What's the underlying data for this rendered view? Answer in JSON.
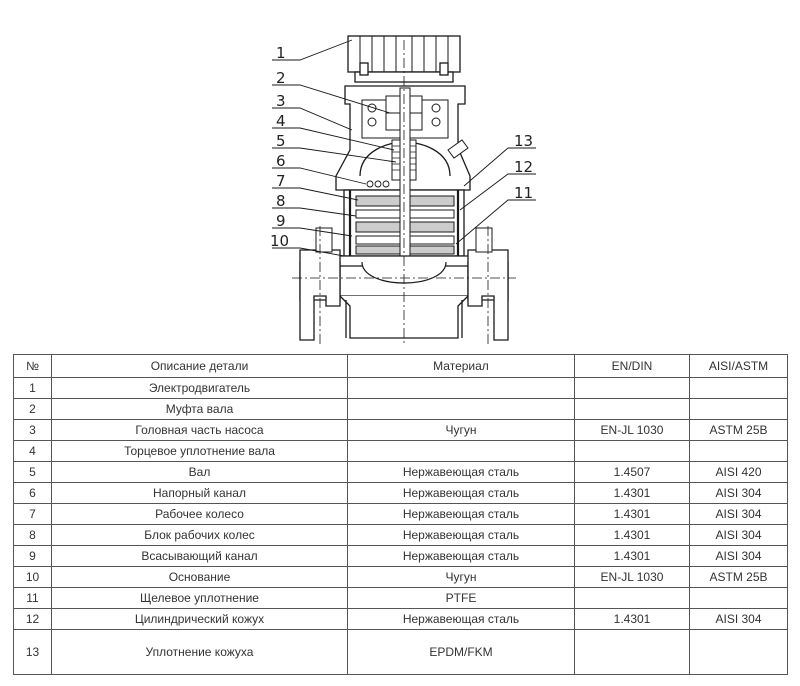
{
  "callouts": [
    "1",
    "2",
    "3",
    "4",
    "5",
    "6",
    "7",
    "8",
    "9",
    "10",
    "13",
    "12",
    "11"
  ],
  "table": {
    "headers": [
      "№",
      "Описание детали",
      "Материал",
      "EN/DIN",
      "AISI/ASTM"
    ],
    "rows": [
      [
        "1",
        "Электродвигатель",
        "",
        "",
        ""
      ],
      [
        "2",
        "Муфта вала",
        "",
        "",
        ""
      ],
      [
        "3",
        "Головная часть насоса",
        "Чугун",
        "EN-JL 1030",
        "ASTM 25B"
      ],
      [
        "4",
        "Торцевое уплотнение вала",
        "",
        "",
        ""
      ],
      [
        "5",
        "Вал",
        "Нержавеющая сталь",
        "1.4507",
        "AISI 420"
      ],
      [
        "6",
        "Напорный канал",
        "Нержавеющая сталь",
        "1.4301",
        "AISI 304"
      ],
      [
        "7",
        "Рабочее колесо",
        "Нержавеющая сталь",
        "1.4301",
        "AISI 304"
      ],
      [
        "8",
        "Блок рабочих колес",
        "Нержавеющая сталь",
        "1.4301",
        "AISI 304"
      ],
      [
        "9",
        "Всасывающий канал",
        "Нержавеющая сталь",
        "1.4301",
        "AISI 304"
      ],
      [
        "10",
        "Основание",
        "Чугун",
        "EN-JL 1030",
        "ASTM 25B"
      ],
      [
        "11",
        "Щелевое уплотнение",
        "PTFE",
        "",
        ""
      ],
      [
        "12",
        "Цилиндрический кожух",
        "Нержавеющая сталь",
        "1.4301",
        "AISI 304"
      ],
      [
        "13",
        "Уплотнение кожуха",
        "EPDM/FKM",
        "",
        ""
      ]
    ]
  }
}
